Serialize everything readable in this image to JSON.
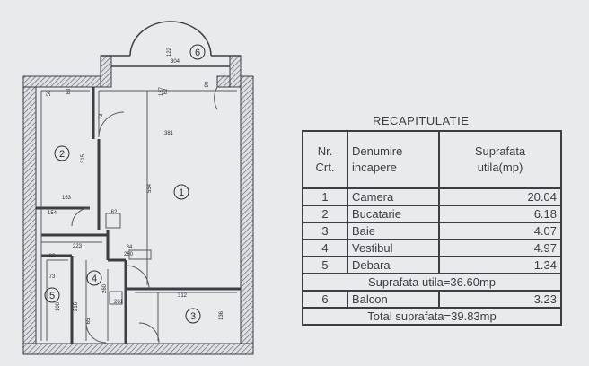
{
  "recap": {
    "title": "RECAPITULATIE",
    "headers": {
      "nr": "Nr.\nCrt.",
      "name": "Denumire\nincapere",
      "area": "Suprafata\nutila(mp)"
    },
    "rooms": [
      {
        "nr": "1",
        "name": "Camera",
        "area": "20.04"
      },
      {
        "nr": "2",
        "name": "Bucatarie",
        "area": "6.18"
      },
      {
        "nr": "3",
        "name": "Baie",
        "area": "4.07"
      },
      {
        "nr": "4",
        "name": "Vestibul",
        "area": "4.97"
      },
      {
        "nr": "5",
        "name": "Debara",
        "area": "1.34"
      }
    ],
    "subtotal": "Suprafata utila=36.60mp",
    "balcony": {
      "nr": "6",
      "name": "Balcon",
      "area": "3.23"
    },
    "total": "Total suprafata=39.83mp"
  },
  "plan": {
    "room_numbers": [
      "1",
      "2",
      "3",
      "4",
      "5",
      "6"
    ],
    "dimensions": {
      "room1_width": "381",
      "room1_height": "554",
      "room2_height": "315",
      "room2_width": "163",
      "room3_width": "312",
      "room3_height": "136",
      "room4_width": "223",
      "room4_height": "260",
      "balcony_width": "304",
      "balcony_depth": "122",
      "small_a": "56",
      "small_b": "73",
      "small_c": "62",
      "small_d": "82",
      "small_e": "84",
      "small_f": "65",
      "small_g": "216",
      "small_h": "261",
      "small_i": "80",
      "small_j": "73",
      "small_k": "100",
      "small_l": "260",
      "small_m": "137",
      "small_n": "90",
      "small_o": "82",
      "small_p": "154"
    }
  }
}
